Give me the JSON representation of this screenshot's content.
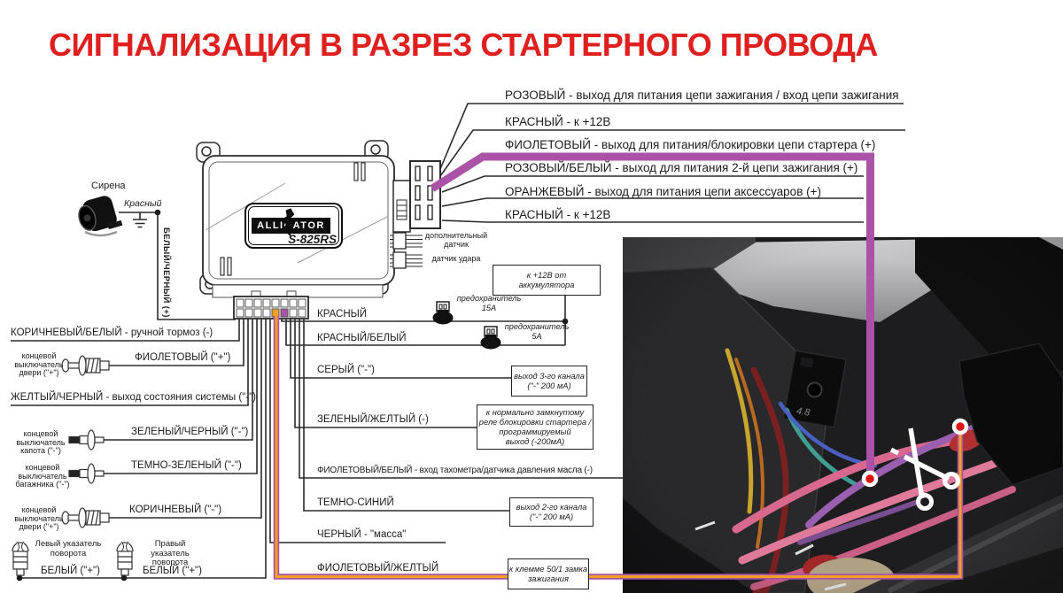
{
  "title": "СИГНАЛИЗАЦИЯ В РАЗРЕЗ СТАРТЕРНОГО ПРОВОДА",
  "unit": {
    "brand": "ALLIGATOR",
    "model": "S-825RS"
  },
  "siren": {
    "name": "Сирена",
    "wire": "Красный",
    "to_unit_wire": "БЕЛЫЙ/ЧЕРНЫЙ (+)"
  },
  "sensors": {
    "additional": "дополнительный датчик",
    "shock": "датчик удара"
  },
  "harness": [
    "РОЗОВЫЙ - выход для питания цепи зажигания / вход цепи зажигания",
    "КРАСНЫЙ - к +12В",
    "ФИОЛЕТОВЫЙ - выход для питания/блокировки цепи стартера (+)",
    "РОЗОВЫЙ/БЕЛЫЙ - выход для питания 2-й цепи зажигания (+)",
    "ОРАНЖЕВЫЙ - выход для питания цепи аксессуаров (+)",
    "КРАСНЫЙ - к +12В"
  ],
  "left": {
    "brake": "КОРИЧНЕВЫЙ/БЕЛЫЙ - ручной тормоз (-)",
    "door1_device": "концевой выключатель двери (\"+\")",
    "door1_wire": "ФИОЛЕТОВЫЙ (\"+\")",
    "status": "ЖЕЛТЫЙ/ЧЕРНЫЙ - выход состояния системы (\"-\")",
    "hood_device": "концевой выключатель капота (\"-\")",
    "hood_wire": "ЗЕЛЕНЫЙ/ЧЕРНЫЙ (\"-\")",
    "trunk_device": "концевой выключатель багажника (\"-\")",
    "trunk_wire": "ТЕМНО-ЗЕЛЕНЫЙ (\"-\")",
    "door2_device": "концевой выключатель двери (\"+\")",
    "door2_wire": "КОРИЧНЕВЫЙ (\"-\")",
    "turn_left": "Левый указатель поворота",
    "turn_right": "Правый указатель поворота",
    "turn_left_wire": "БЕЛЫЙ (\"+\")",
    "turn_right_wire": "БЕЛЫЙ (\"+\")"
  },
  "center": {
    "red": "КРАСНЫЙ",
    "red_white": "КРАСНЫЙ/БЕЛЫЙ",
    "grey": "СЕРЫЙ (\"-\")",
    "green_yellow": "ЗЕЛЕНЫЙ/ЖЕЛТЫЙ (-)",
    "violet_white": "ФИОЛЕТОВЫЙ/БЕЛЫЙ - вход тахометра/датчика давления масла (-)",
    "dark_blue": "ТЕМНО-СИНИЙ",
    "black": "ЧЕРНЫЙ - \"масса\"",
    "violet_yellow": "ФИОЛЕТОВЫЙ/ЖЕЛТЫЙ"
  },
  "fuses": {
    "f1_name": "предохранитель",
    "f1_rating": "15А",
    "f2_name": "предохранитель",
    "f2_rating": "5А"
  },
  "boxes": {
    "battery": [
      "к +12В от",
      "аккумулятора"
    ],
    "ch3": [
      "выход 3-го канала",
      "(\"-\" 200 мА)"
    ],
    "relay": [
      "к нормально замкнутому",
      "реле блокировки стартера /",
      "программируемый",
      "выход (-200мА)"
    ],
    "ch2": [
      "выход 2-го канала",
      "(\"-\" 200 мА)"
    ],
    "ignition": [
      "к клемме 50/1 замка",
      "зажигания"
    ]
  },
  "photo": {
    "stamp": "4.8"
  },
  "colors": {
    "title_red": "#e0201f",
    "violet": "#a952a8",
    "orange": "#f2a01f",
    "dot_red": "#e01212"
  }
}
